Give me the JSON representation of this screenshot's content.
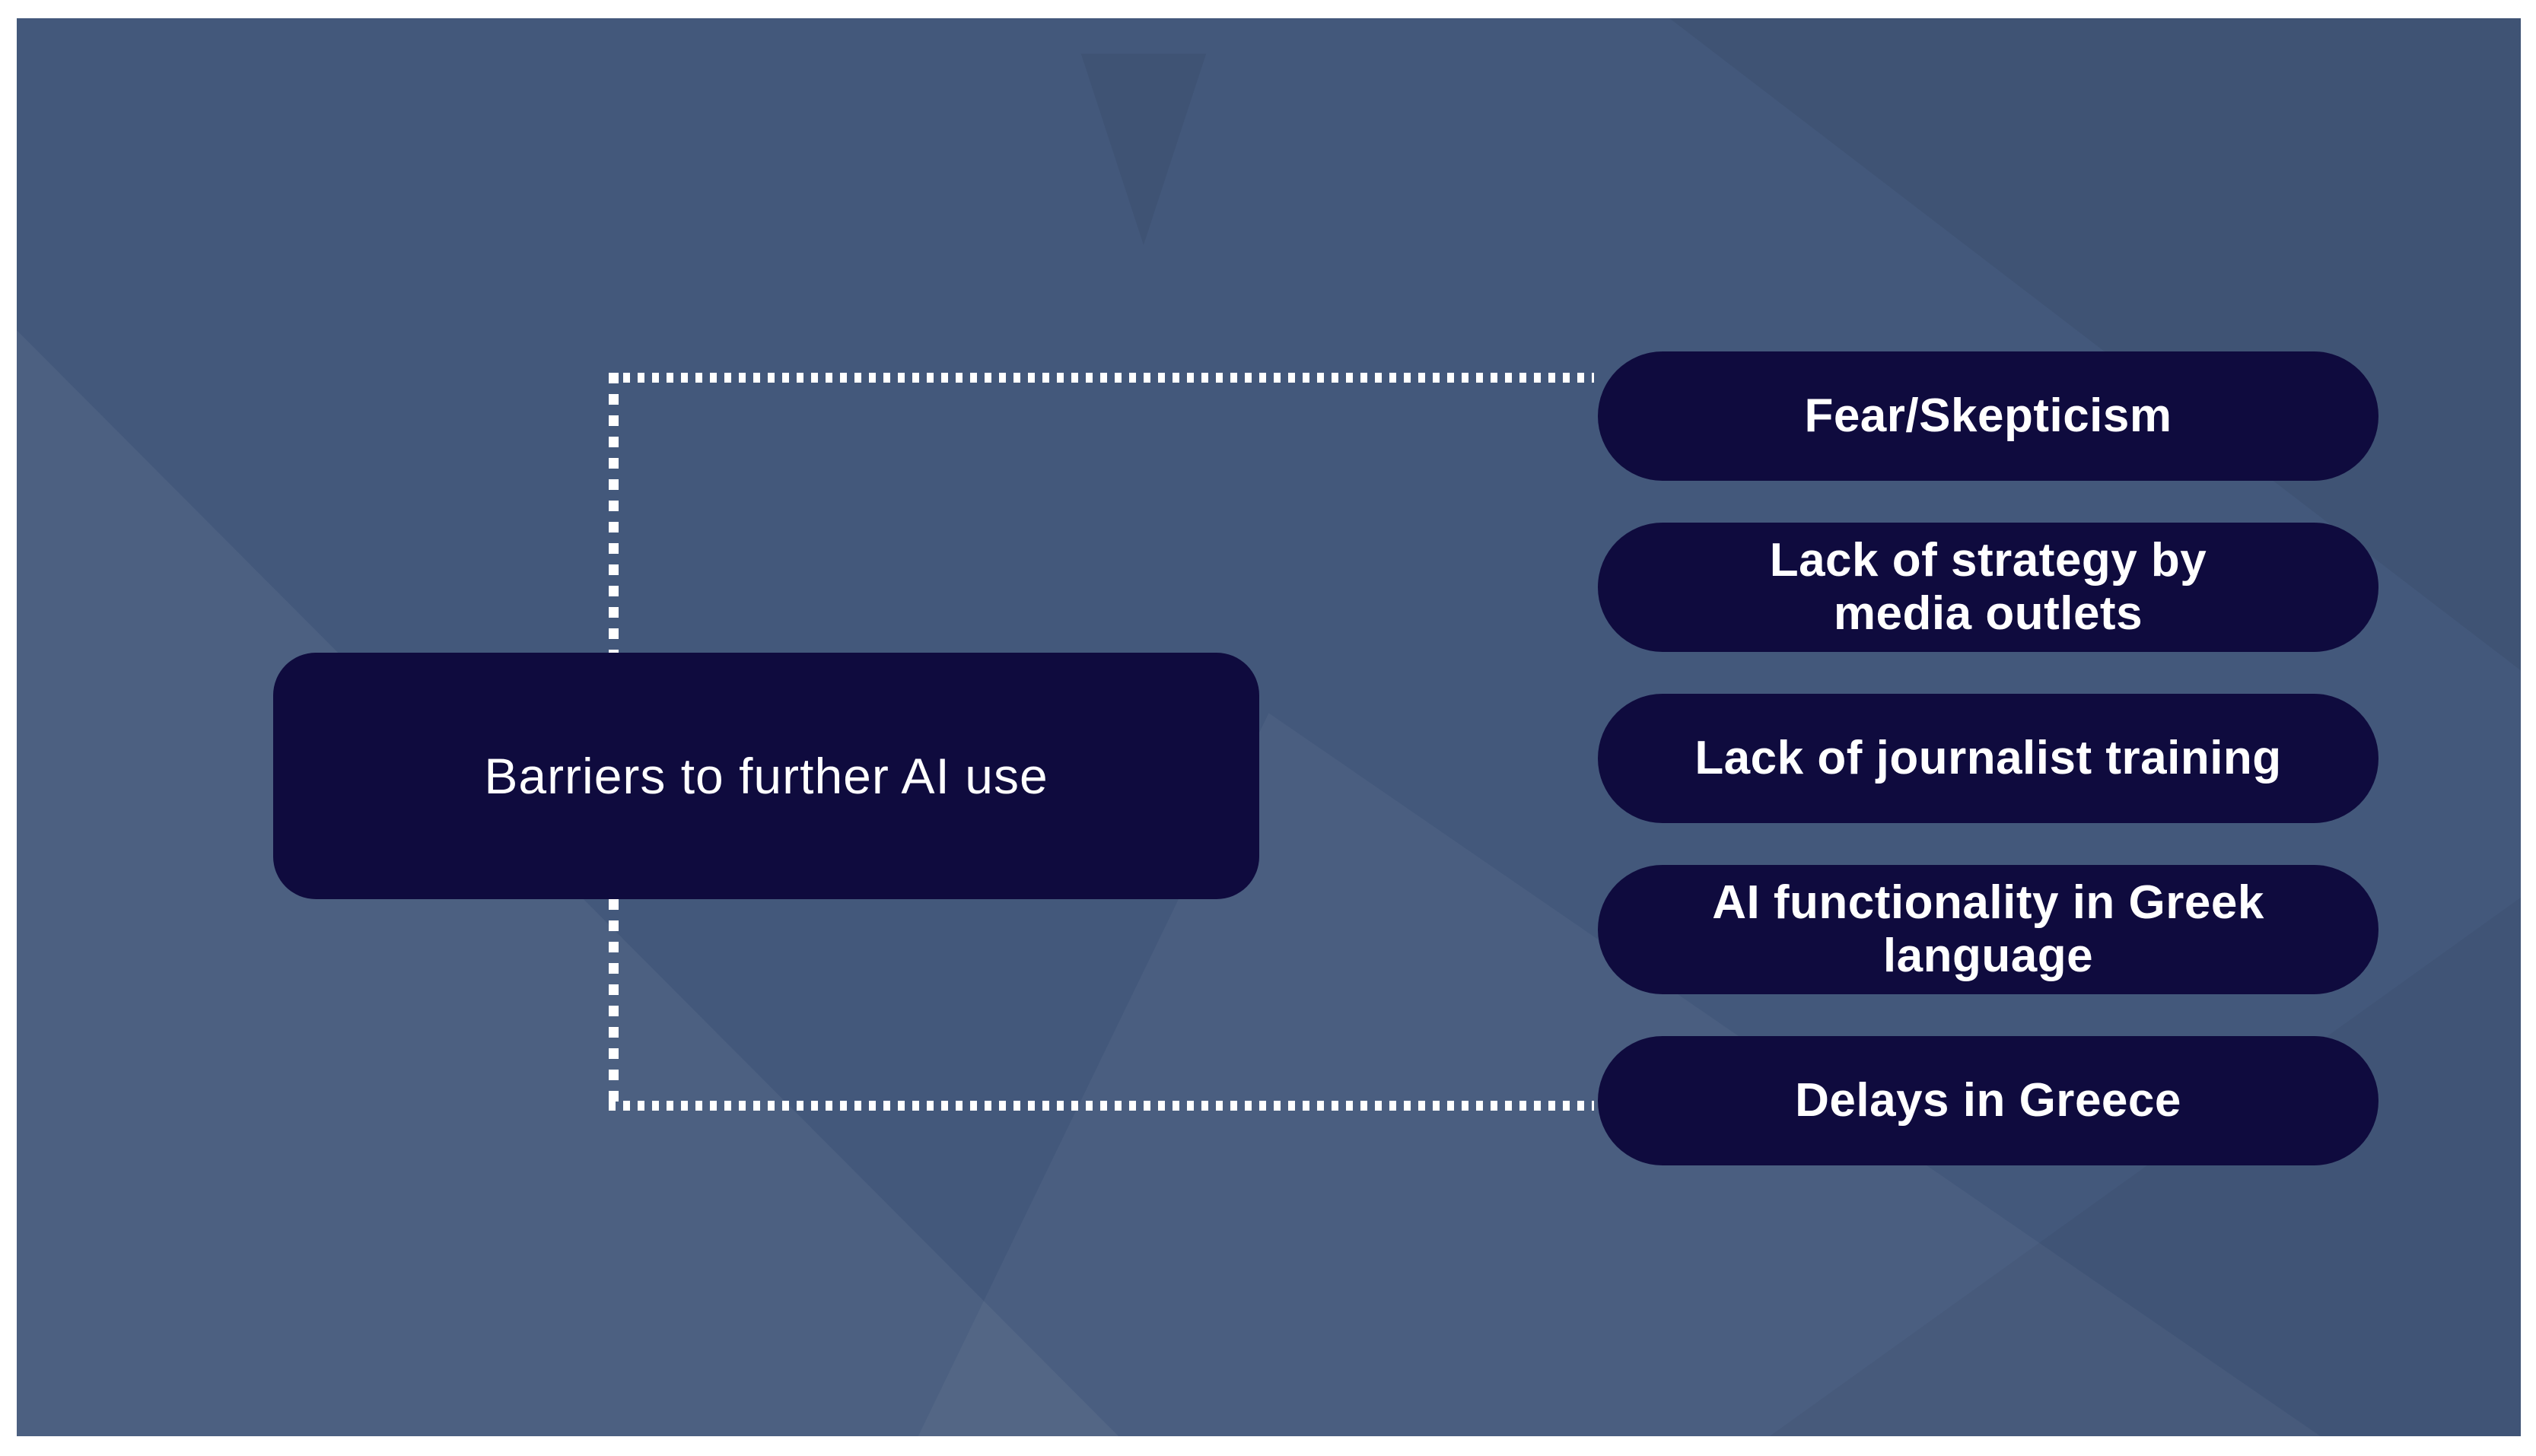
{
  "diagram": {
    "root": {
      "label": "Barriers to further AI use"
    },
    "barriers": [
      {
        "label": "Fear/Skepticism"
      },
      {
        "label": "Lack of strategy by\nmedia outlets"
      },
      {
        "label": "Lack of journalist training"
      },
      {
        "label": "AI functionality in Greek\nlanguage"
      },
      {
        "label": "Delays in Greece"
      }
    ],
    "colors": {
      "background": "#43587B",
      "node_fill": "#0F0B3E",
      "text": "#FFFFFF",
      "connector": "#FFFFFF",
      "page_margin": "#FFFFFF"
    }
  }
}
